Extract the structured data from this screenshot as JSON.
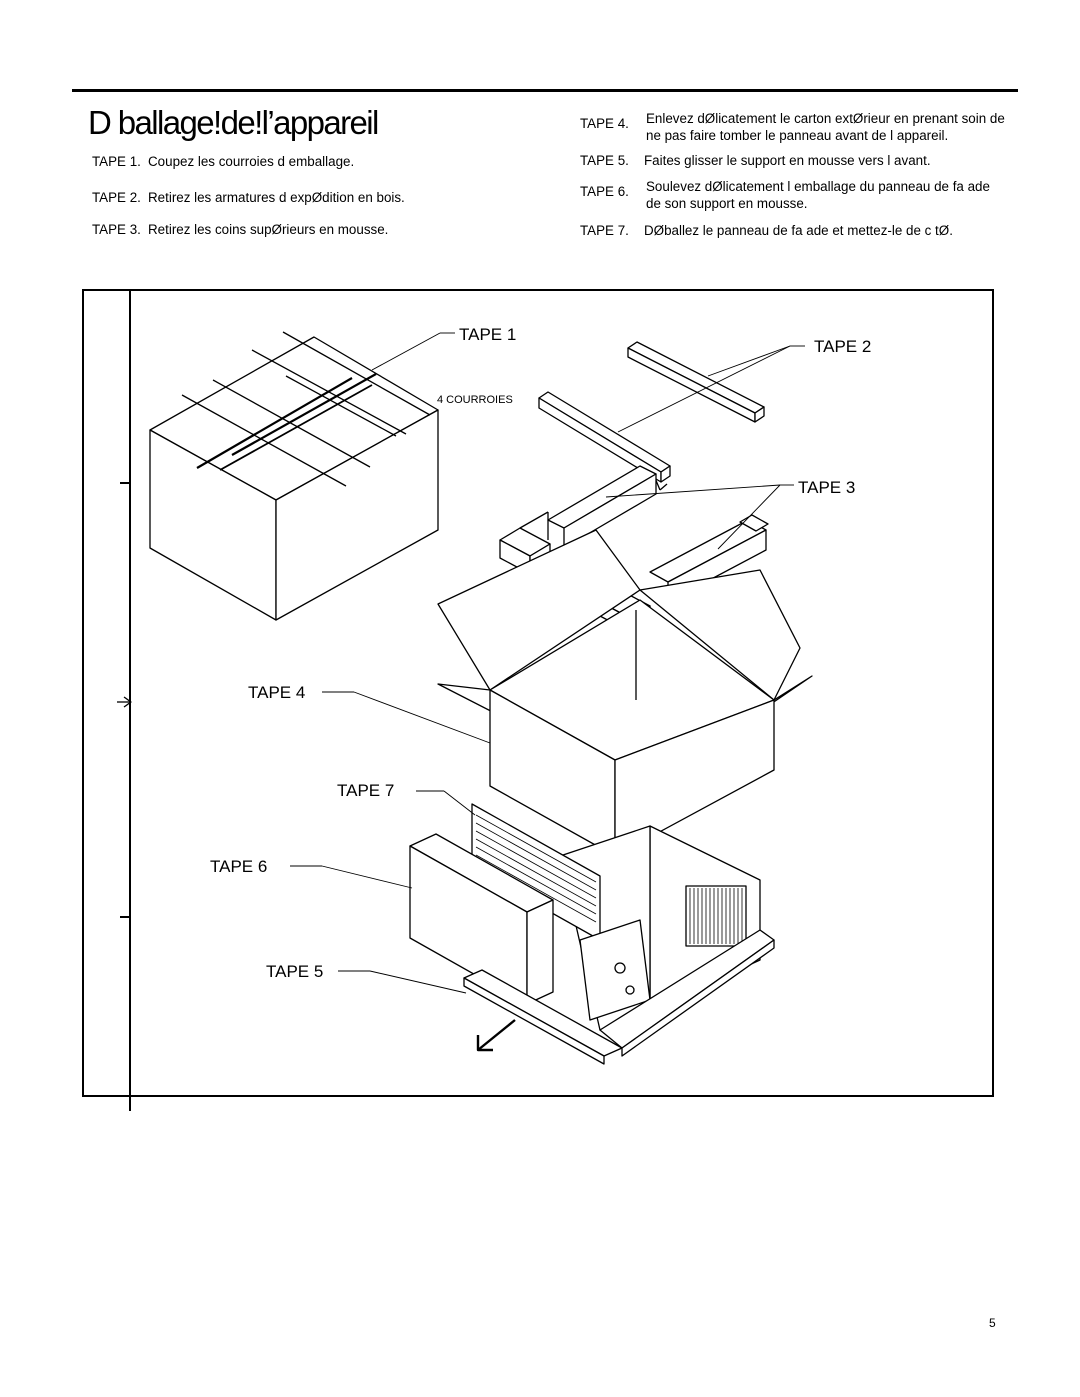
{
  "page": {
    "title": "D ballage!de!l’appareil",
    "page_number": "5"
  },
  "steps_left": [
    {
      "label": "TAPE 1.",
      "text": "Coupez les courroies d emballage."
    },
    {
      "label": "TAPE 2.",
      "text": "Retirez les armatures d expØdition en bois."
    },
    {
      "label": "TAPE 3.",
      "text": "Retirez les coins supØrieurs en mousse."
    }
  ],
  "steps_right": [
    {
      "label": "TAPE 4.",
      "line1": "Enlevez dØlicatement le carton extØrieur en prenant soin de",
      "line2": "ne pas faire tomber le panneau avant de l appareil."
    },
    {
      "label": "TAPE 5.",
      "line1": "Faites glisser le support en mousse vers l avant.",
      "line2": ""
    },
    {
      "label": "TAPE 6.",
      "line1": "Soulevez dØlicatement l emballage du panneau de fa ade",
      "line2": "de son support en mousse."
    },
    {
      "label": "TAPE 7.",
      "line1": "DØballez le panneau de fa ade et mettez-le de c tØ.",
      "line2": ""
    }
  ],
  "diagram": {
    "callouts": {
      "tape1": "TAPE 1",
      "tape2": "TAPE 2",
      "tape3": "TAPE 3",
      "tape4": "TAPE 4",
      "tape5": "TAPE 5",
      "tape6": "TAPE 6",
      "tape7": "TAPE 7",
      "courroies": "4 COURROIES"
    }
  }
}
